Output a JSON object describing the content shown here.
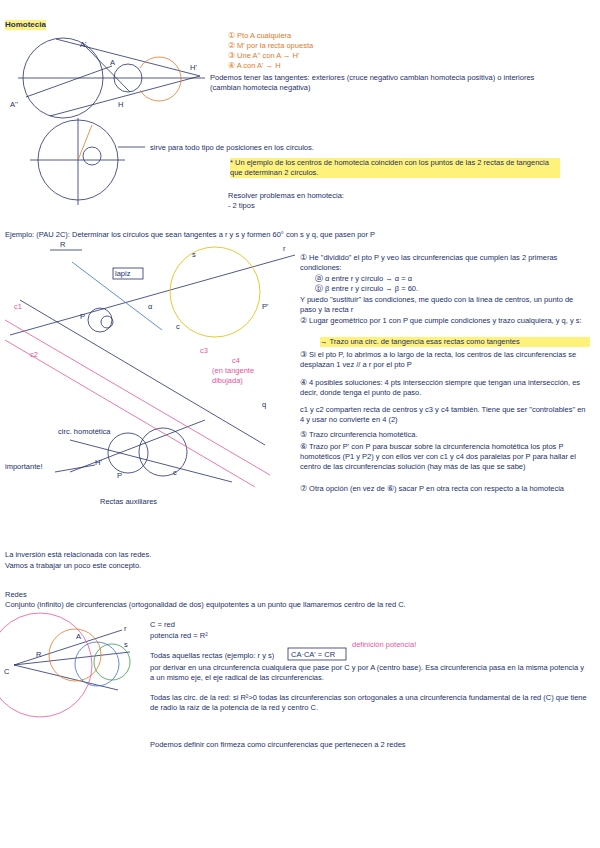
{
  "diagram": {
    "title": "Homotecia",
    "labels": [
      "① Pto A cualquiera",
      "② M' por la recta opuesta",
      "③ Une A'' con A → H'",
      "④ A con A' → H",
      "Podemos tener las tangentes: exteriores (cruce negativo cambian homotecia positiva) o interiores (cambian homotecia negativa)",
      "sirve para todo tipo de posiciones en los círculos.",
      "* Un ejemplo de los centros de homotecia coinciden con los puntos de las 2 rectas de tangencia que determinan 2 círculos.",
      "Resolver problemas en homotecia:",
      "- 2 tipos",
      "Ejemplo: (PAU 2C): Determinar los círculos que sean tangentes a r y s y formen 60° con s y q, que pasen por P",
      "A''",
      "A'",
      "A",
      "H'",
      "H",
      "R",
      "lapiz",
      "s",
      "r",
      "P'",
      "P",
      "α",
      "c",
      "c1",
      "c2",
      "c3",
      "c4",
      "q",
      "(en tangente dibujada)",
      "circ. homotética",
      "importante!",
      "H'",
      "P",
      "c",
      "Rectas auxiliares",
      "① He \"dividido\" el pto P y veo las circunferencias que cumplen las 2 primeras condiciones:",
      "ⓐ α entre r y círculo → α = α",
      "ⓑ β entre r y círculo → β = 60.",
      "Y puedo \"sustituir\" las condiciones, me quedo con la línea de centros, un punto de paso y la recta r",
      "② Lugar geométrico por 1 con P que cumple condiciones y trazo cualquiera, y q, y s:",
      "→ Trazo una circ. de tangencia esas rectas como tangentes",
      "③ Si el pto P, lo abrimos a lo largo de la recta, los centros de las circunferencias se desplazan 1 vez // a r por el pto P",
      "④ 4 posibles soluciones: 4 pts intersección siempre que tengan una intersección, es decir, donde tenga el punto de paso.",
      "c1 y c2 comparten recta de centros y c3 y c4 también. Tiene que ser \"controlables\" en 4 y usar no convierte en 4 (2)",
      "⑤ Trazo circunferencia homotética.",
      "⑥ Trazo por P' con P para buscar sobre la circunferencia homotética los ptos P homotéticos (P1 y P2) y con ellos ver con c1 y c4 dos paralelas por P para hallar el centro de las circunferencias solución (hay más de las que se sabe)",
      "⑦ Otra opción (en vez de ⑥) sacar P en otra recta con respecto a la homotecia",
      "La inversión está relacionada con las redes.",
      "Vamos a trabajar un poco este concepto.",
      "Redes",
      "Conjunto (infinito) de circunferencias (ortogonalidad de dos) equipotentes a un punto que llamaremos centro de la red C.",
      "C = red",
      "potencia red = R²",
      "definición potencia!",
      "CA·CA' = CR",
      "Todas aquellas rectas (ejemplo: r y s)",
      "por derivar en una circunferencia cualquiera que pase por C y por A (centro base). Esa circunferencia pasa en la misma potencia y a un mismo eje, el eje radical de las circunferencias.",
      "Todas las circ. de la red: si R²>0 todas las circunferencias son ortogonales a una circunferencia fundamental de la red (C) que tiene de radio la raíz de la potencia de la red y centro C.",
      "Podemos definir con firmeza como circunferencias que pertenecen a 2 redes",
      "C",
      "R",
      "A",
      "s",
      "r"
    ]
  }
}
